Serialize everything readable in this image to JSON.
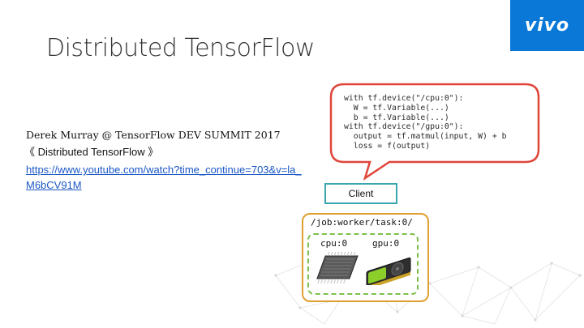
{
  "header": {
    "title": "Distributed TensorFlow",
    "logo_text": "vivo"
  },
  "credit": {
    "line1": "Derek Murray @ TensorFlow DEV SUMMIT 2017",
    "line2": "《 Distributed TensorFlow 》",
    "link": "https://www.youtube.com/watch?time_continue=703&v=la_M6bCV91M"
  },
  "diagram": {
    "code_lines": [
      "with tf.device(\"/cpu:0\"):",
      "  W = tf.Variable(...)",
      "  b = tf.Variable(...)",
      "with tf.device(\"/gpu:0\"):",
      "  output = tf.matmul(input, W) + b",
      "  loss = f(output)"
    ],
    "client_label": "Client",
    "worker_label": "/job:worker/task:0/",
    "cpu_label": "cpu:0",
    "gpu_label": "gpu:0"
  },
  "colors": {
    "brand": "#0a78d6",
    "bubble_border": "#e0453a",
    "client_border": "#3aa6b0",
    "worker_border": "#e0a030",
    "task_border": "#7cc04a",
    "link": "#1a57c4",
    "code_accent": "#b03a96"
  },
  "icons": [
    "cpu-chip-icon",
    "gpu-card-icon",
    "network-graph-icon"
  ]
}
